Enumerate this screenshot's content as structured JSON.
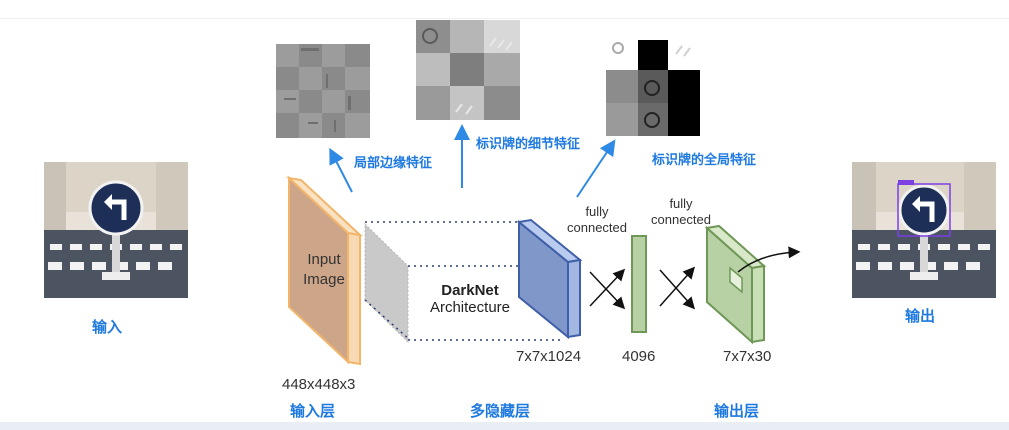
{
  "labels": {
    "input_cn": "输入",
    "output_cn": "输出",
    "input_layer": "输入层",
    "hidden_layers": "多隐藏层",
    "output_layer": "输出层",
    "feat_local": "局部边缘特征",
    "feat_detail": "标识牌的细节特征",
    "feat_global": "标识牌的全局特征"
  },
  "network": {
    "input_block_line1": "Input",
    "input_block_line2": "Image",
    "input_dims": "448x448x3",
    "darknet_title": "DarkNet",
    "darknet_sub": "Architecture",
    "fc1_line1": "fully",
    "fc1_line2": "connected",
    "fc2_line1": "fully",
    "fc2_line2": "connected",
    "dim_1024": "7x7x1024",
    "dim_4096": "4096",
    "dim_out": "7x7x30"
  },
  "colors": {
    "accent": "#1f7ae0",
    "input_fill": "#cda589",
    "input_border": "#f2b56a",
    "darknet_fill": "#7f97c9",
    "fc_fill": "#b8d1a4",
    "fc_border": "#6f9757"
  }
}
